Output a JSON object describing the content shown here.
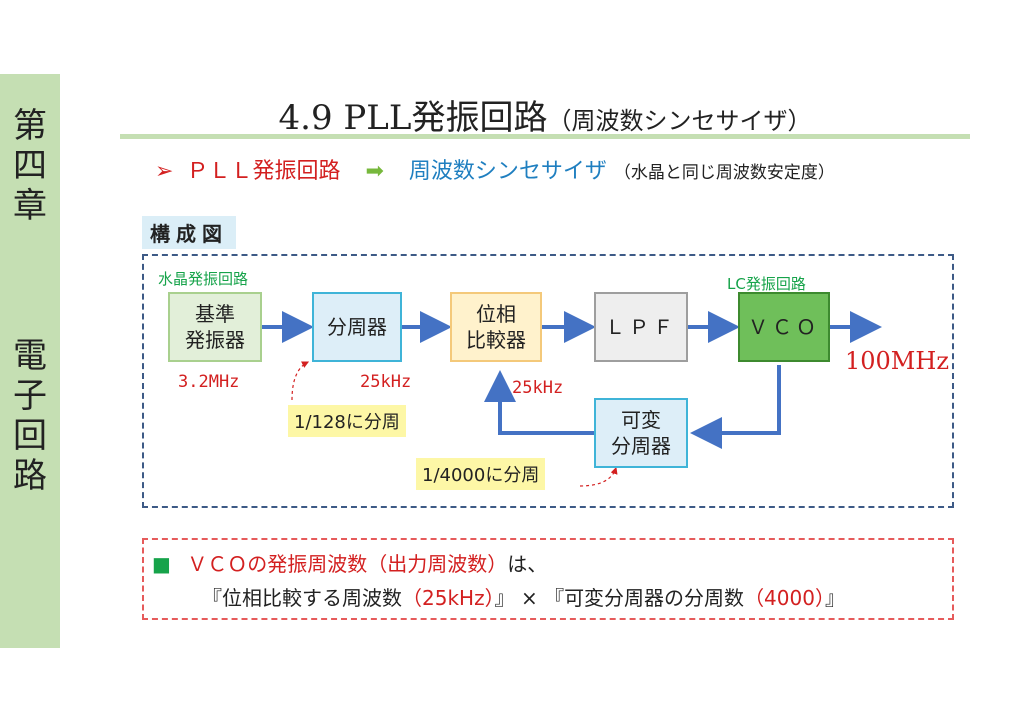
{
  "sidebar": {
    "chapter": "第\n四\n章",
    "subject": "電\n子\n回\n路"
  },
  "title": {
    "main": "4.9 PLL発振回路",
    "sub": "（周波数シンセサイザ）"
  },
  "bullet": {
    "marker": "➢",
    "left": "ＰＬＬ発振回路",
    "arrow": "➡",
    "right": "周波数シンセサイザ",
    "note": "（水晶と同じ周波数安定度）"
  },
  "diagram": {
    "label": "構成図",
    "caption_xtal": "水晶発振回路",
    "caption_lc": "LC発振回路",
    "blocks": {
      "ref_osc": "基準\n発振器",
      "divider": "分周器",
      "phase_cmp": "位相\n比較器",
      "lpf": "ＬＰＦ",
      "vco": "ＶＣＯ",
      "var_div": "可変\n分周器"
    },
    "freqs": {
      "ref": "3.2MHz",
      "div_out": "25kHz",
      "fb": "25kHz",
      "out": "100MHz"
    },
    "notes": {
      "div128": "1/128に分周",
      "div4000": "1/4000に分周"
    },
    "colors": {
      "ref_fill": "#e2efd9",
      "ref_border": "#a9d08e",
      "div_fill": "#ddeef8",
      "div_border": "#3fb4d8",
      "cmp_fill": "#fff2cc",
      "cmp_border": "#f4c97a",
      "lpf_fill": "#eeeeee",
      "lpf_border": "#9e9e9e",
      "vco_fill": "#6fbf5a",
      "vco_border": "#3d8a2f",
      "arrow": "#4472c4"
    }
  },
  "formula": {
    "bullet": "■",
    "line1_red": "ＶＣＯの発振周波数（出力周波数）",
    "line1_tail": "は、",
    "p1_open": "『",
    "p1_text": "位相比較する周波数",
    "p1_val": "（25kHz）",
    "p1_close": "』",
    "times": "×",
    "p2_open": "『",
    "p2_text": "可変分周器の分周数",
    "p2_val": "（4000）",
    "p2_close": "』"
  }
}
